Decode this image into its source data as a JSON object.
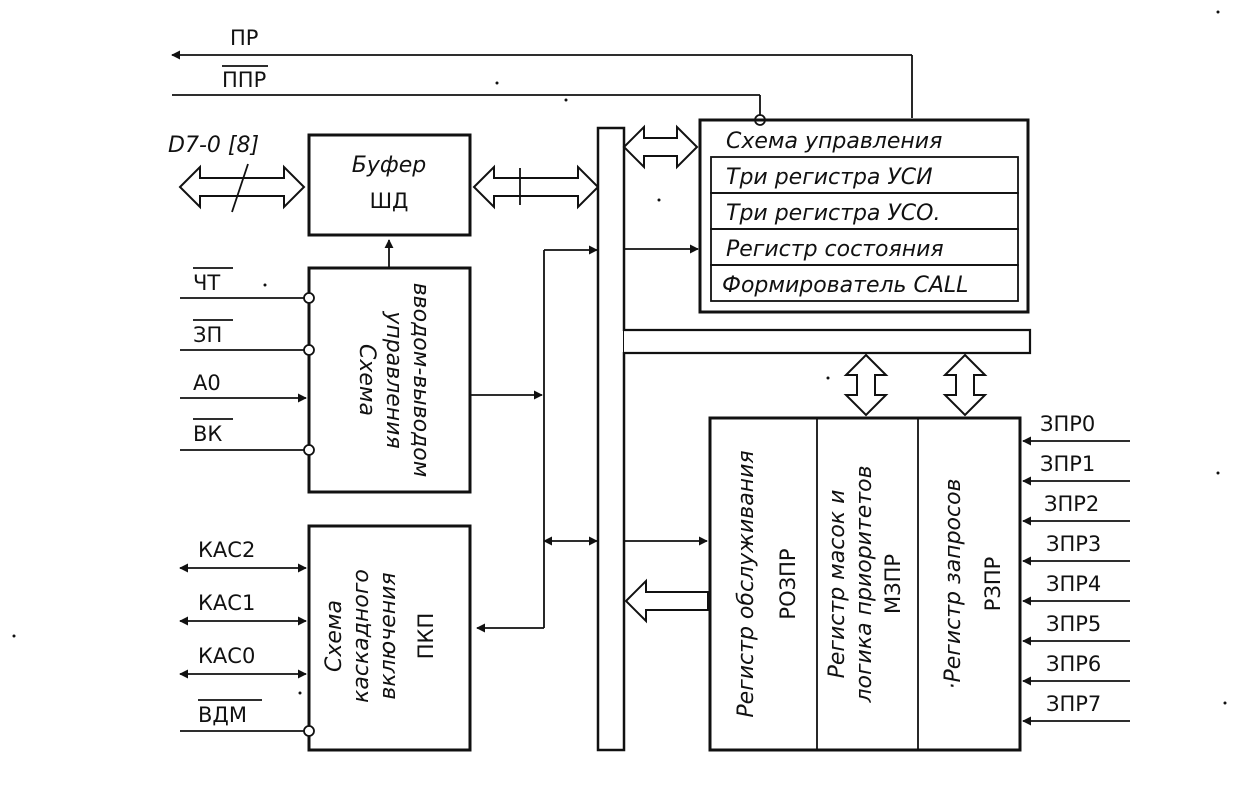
{
  "top_signals": {
    "pr": "ПР",
    "ppr": "ППР"
  },
  "data_bus": {
    "label": "D7-0 [8]"
  },
  "buffer": {
    "line1": "Буфер",
    "line2": "ШД"
  },
  "io_control": {
    "line1": "Схема",
    "line2": "управления",
    "line3": "вводом-выводом",
    "inputs": [
      "ЧТ",
      "ЗП",
      "A0",
      "ВК"
    ]
  },
  "cascade": {
    "line1": "Схема",
    "line2": "каскадного",
    "line3": "включения",
    "line4": "ПКП",
    "inputs": [
      "КАС2",
      "КАС1",
      "КАС0",
      "ВДМ"
    ]
  },
  "control_scheme": {
    "title": "Схема управления",
    "rows": [
      "Три регистра УСИ",
      "Три регистра УСО.",
      "Регистр состояния",
      "Формирователь CALL"
    ]
  },
  "registers": {
    "service": {
      "line1": "Регистр обслуживания",
      "line2": "РОЗПР"
    },
    "mask": {
      "line1": "Регистр масок и",
      "line2": "логика приоритетов",
      "line3": "МЗПР"
    },
    "request": {
      "line1": "·Регистр запросов",
      "line2": "РЗПР"
    }
  },
  "request_inputs": [
    "ЗПР0",
    "ЗПР1",
    "ЗПР2",
    "ЗПР3",
    "ЗПР4",
    "ЗПР5",
    "ЗПР6",
    "ЗПР7"
  ],
  "colors": {
    "ink": "#111111",
    "paper": "#ffffff"
  }
}
